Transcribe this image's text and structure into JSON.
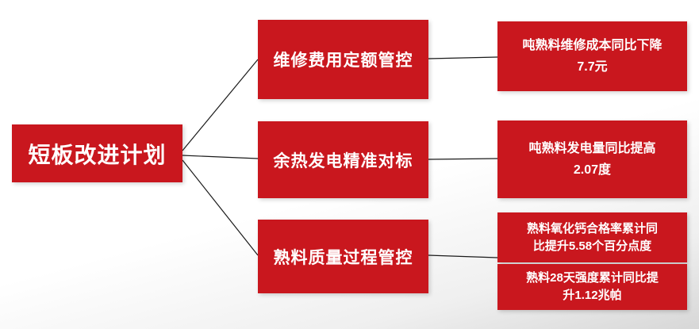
{
  "root": {
    "title": "短板改进计划"
  },
  "branches": [
    {
      "label": "维修费用定额管控",
      "results": [
        {
          "lines": [
            "吨熟料维修成本同比下降",
            "7.7元"
          ]
        }
      ]
    },
    {
      "label": "余热发电精准对标",
      "results": [
        {
          "lines": [
            "吨熟料发电量同比提高",
            "2.07度"
          ]
        }
      ]
    },
    {
      "label": "熟料质量过程管控",
      "results": [
        {
          "lines": [
            "熟料氧化钙合格率累计同",
            "比提升5.58个百分点度"
          ]
        },
        {
          "lines": [
            "熟料28天强度累计同比提",
            "升1.12兆帕"
          ]
        }
      ]
    }
  ],
  "colors": {
    "accent_red": "#C9171E",
    "text_on_red": "#FFFFFF",
    "connector": "#1A1A1A"
  }
}
